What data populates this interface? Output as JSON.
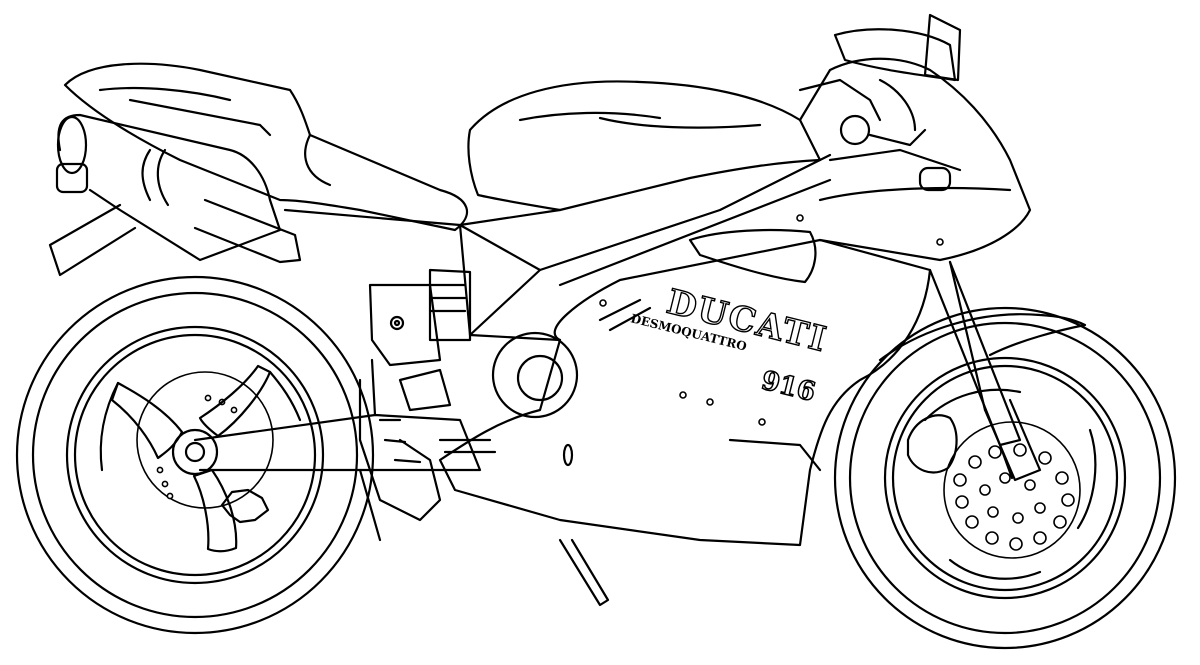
{
  "artwork": {
    "subject": "motorcycle-line-art",
    "fairing_text": {
      "brand": "DUCATI",
      "engine": "DESMOQUATTRO",
      "model": "916"
    }
  }
}
